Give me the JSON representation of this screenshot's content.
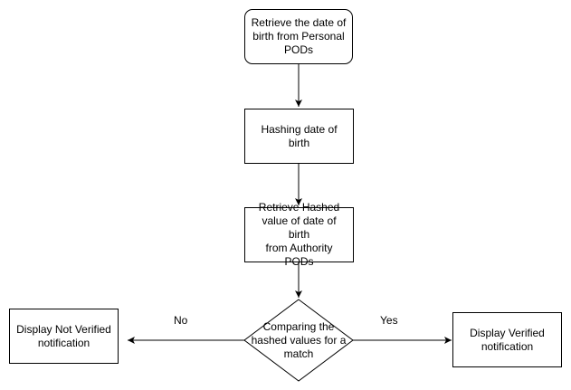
{
  "nodes": {
    "retrieve_dob": "Retrieve the date of\nbirth from Personal\nPODs",
    "hash_dob": "Hashing date of birth",
    "retrieve_hashed": "Retrieve Hashed\nvalue of date of birth\nfrom Authority PODs",
    "compare": "Comparing the\nhashed values for a\nmatch",
    "not_verified": "Display Not Verified\nnotification",
    "verified": "Display Verified\nnotification"
  },
  "edges": {
    "no_label": "No",
    "yes_label": "Yes"
  }
}
